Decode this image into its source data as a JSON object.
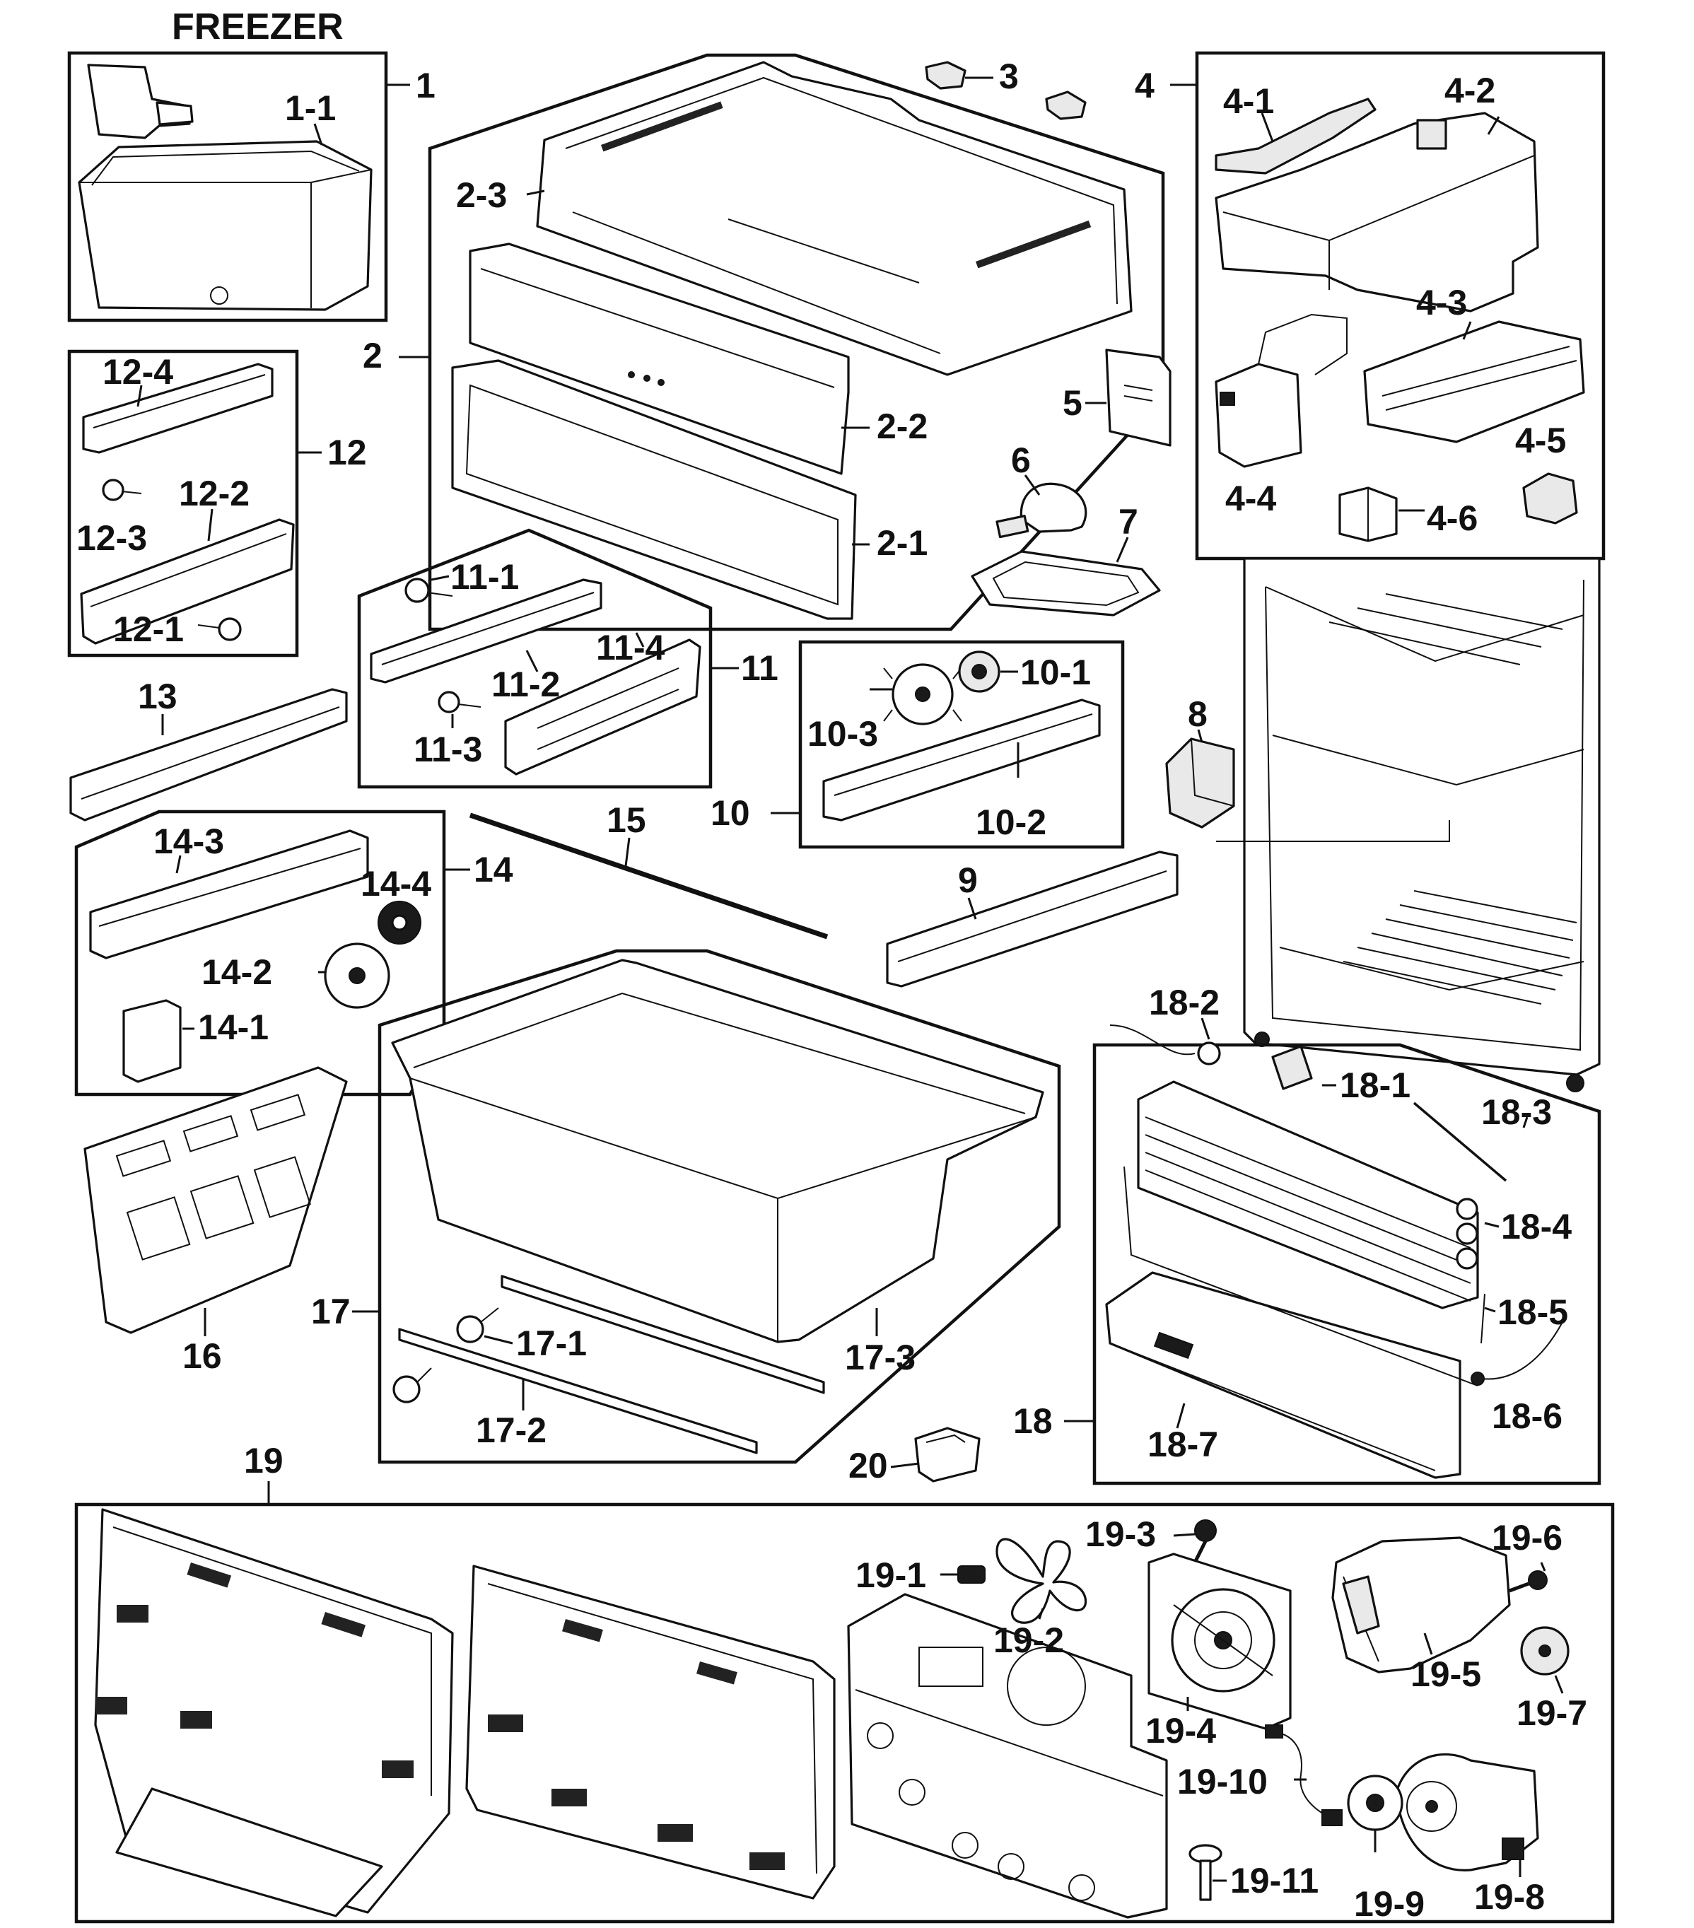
{
  "diagram": {
    "title": "FREEZER",
    "labels": {
      "p1": "1",
      "p1_1": "1-1",
      "p2": "2",
      "p2_1": "2-1",
      "p2_2": "2-2",
      "p2_3": "2-3",
      "p3": "3",
      "p4": "4",
      "p4_1": "4-1",
      "p4_2": "4-2",
      "p4_3": "4-3",
      "p4_4": "4-4",
      "p4_5": "4-5",
      "p4_6": "4-6",
      "p5": "5",
      "p6": "6",
      "p7": "7",
      "p8": "8",
      "p9": "9",
      "p10": "10",
      "p10_1": "10-1",
      "p10_2": "10-2",
      "p10_3": "10-3",
      "p11": "11",
      "p11_1": "11-1",
      "p11_2": "11-2",
      "p11_3": "11-3",
      "p11_4": "11-4",
      "p12": "12",
      "p12_1": "12-1",
      "p12_2": "12-2",
      "p12_3": "12-3",
      "p12_4": "12-4",
      "p13": "13",
      "p14": "14",
      "p14_1": "14-1",
      "p14_2": "14-2",
      "p14_3": "14-3",
      "p14_4": "14-4",
      "p15": "15",
      "p16": "16",
      "p17": "17",
      "p17_1": "17-1",
      "p17_2": "17-2",
      "p17_3": "17-3",
      "p18": "18",
      "p18_1": "18-1",
      "p18_2": "18-2",
      "p18_3": "18-3",
      "p18_4": "18-4",
      "p18_5": "18-5",
      "p18_6": "18-6",
      "p18_7": "18-7",
      "p19": "19",
      "p19_1": "19-1",
      "p19_2": "19-2",
      "p19_3": "19-3",
      "p19_4": "19-4",
      "p19_5": "19-5",
      "p19_6": "19-6",
      "p19_7": "19-7",
      "p19_8": "19-8",
      "p19_9": "19-9",
      "p19_10": "19-10",
      "p19_11": "19-11",
      "p20": "20"
    }
  }
}
